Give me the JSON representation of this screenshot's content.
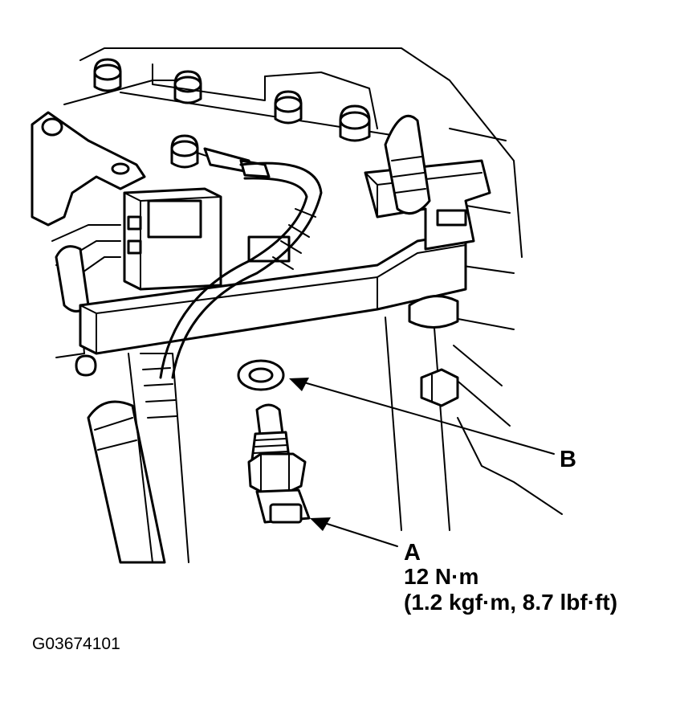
{
  "callouts": {
    "a": {
      "letter": "A",
      "torque_nm": "12 N·m",
      "torque_alt": "(1.2 kgf·m, 8.7 lbf·ft)"
    },
    "b": {
      "letter": "B"
    }
  },
  "figure_code": "G03674101",
  "colors": {
    "ink": "#000000",
    "paper": "#ffffff"
  }
}
